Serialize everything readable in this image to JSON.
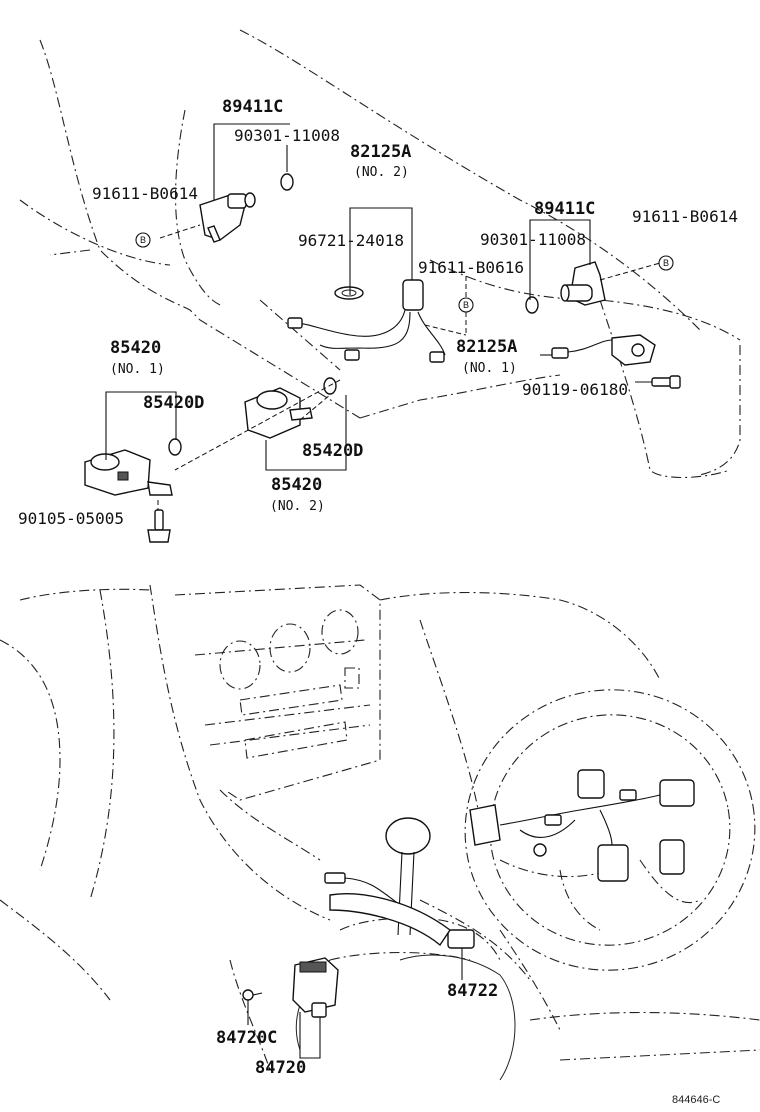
{
  "labels": {
    "p89411c_left": "89411C",
    "p90301_left": "90301-11008",
    "p91611_b0614_left": "91611-B0614",
    "p82125a_top": "82125A",
    "p82125a_top_no": "(NO. 2)",
    "p96721": "96721-24018",
    "p89411c_right": "89411C",
    "p91611_b0614_right": "91611-B0614",
    "p90301_right": "90301-11008",
    "p91611_b0616": "91611-B0616",
    "p82125a_bottom": "82125A",
    "p82125a_bottom_no": "(NO. 1)",
    "p90119": "90119-06180",
    "p85420_top": "85420",
    "p85420_top_no": "(NO. 1)",
    "p85420d_left": "85420D",
    "p85420d_right": "85420D",
    "p85420_bottom": "85420",
    "p85420_bottom_no": "(NO. 2)",
    "p90105": "90105-05005",
    "p84722": "84722",
    "p84720c": "84720C",
    "p84720": "84720",
    "marker_b": "B",
    "diagram_code": "844646-C"
  }
}
